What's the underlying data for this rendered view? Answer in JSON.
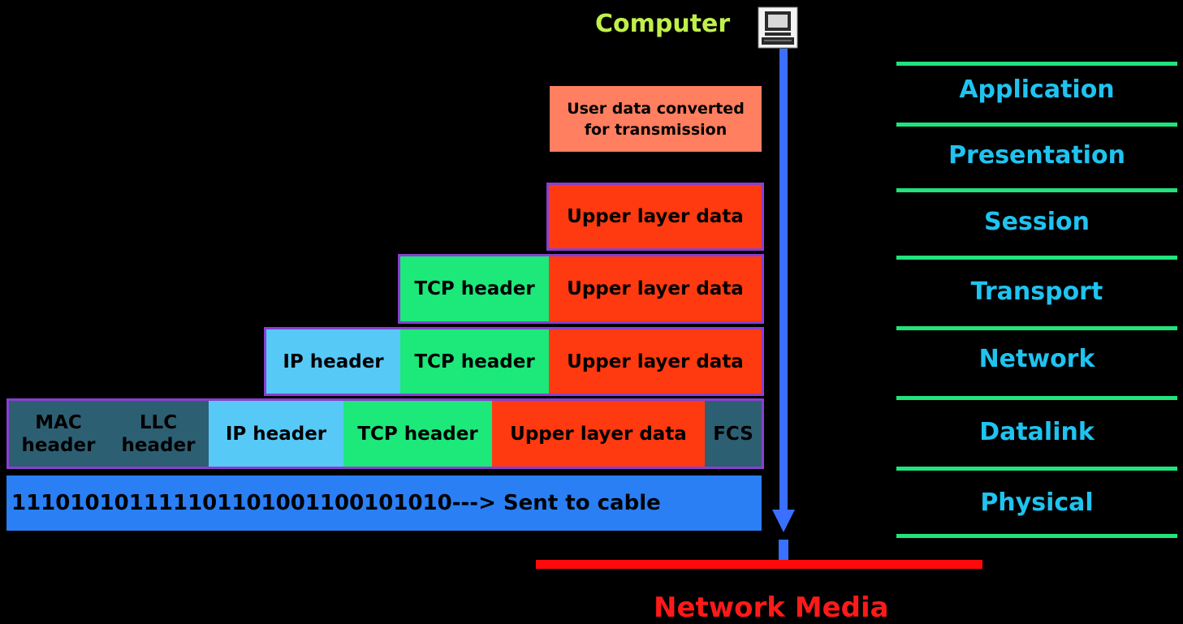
{
  "title": "Computer",
  "user_data_text": "User data converted for transmission",
  "rows": {
    "row1": {
      "upper": "Upper layer data"
    },
    "row2": {
      "tcp": "TCP header",
      "upper": "Upper layer data"
    },
    "row3": {
      "ip": "IP header",
      "tcp": "TCP header",
      "upper": "Upper layer data"
    },
    "row4": {
      "mac": "MAC header",
      "llc": "LLC header",
      "ip": "IP header",
      "tcp": "TCP header",
      "upper": "Upper layer data",
      "fcs": "FCS"
    },
    "row5": {
      "bits": "111010101111101101001100101010---> Sent to cable"
    }
  },
  "network_media": "Network Media",
  "osi_layers": [
    "Application",
    "Presentation",
    "Session",
    "Transport",
    "Network",
    "Datalink",
    "Physical"
  ],
  "colors": {
    "background": "#000000",
    "title": "#bff04a",
    "user_data": "#ff7f60",
    "upper_layer_data": "#ff3a10",
    "tcp_header": "#1de87a",
    "ip_header": "#57c9f7",
    "mac_llc_fcs": "#2d5f73",
    "bits": "#2a7ff5",
    "frame_outline": "#8a3fd1",
    "osi_label": "#1fc3f0",
    "osi_line": "#21e37c",
    "network_media": "#ff1a1a",
    "arrow": "#3a6fff"
  },
  "icons": {
    "computer": "computer-icon",
    "arrow": "down-arrow-icon"
  }
}
